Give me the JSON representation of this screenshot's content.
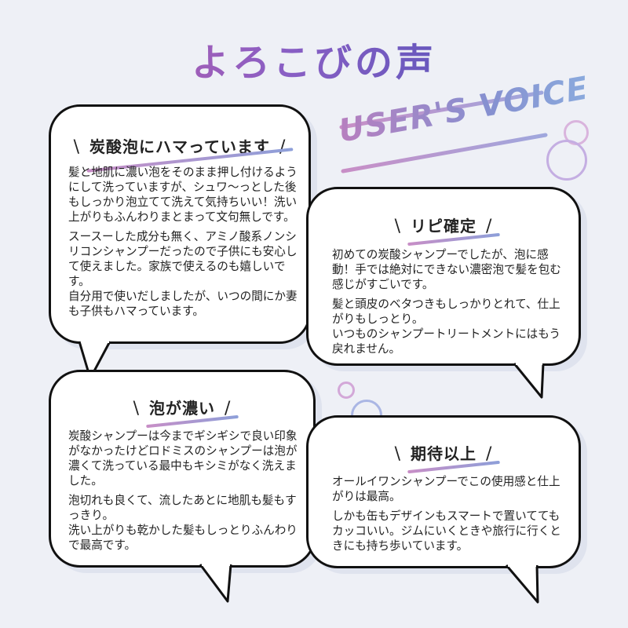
{
  "header": {
    "title": "よろこびの声",
    "voice_label": "USER'S VOICE"
  },
  "colors": {
    "title_gradient_start": "#c95aa0",
    "title_gradient_end": "#3e4fb5",
    "bubble_border": "#111111",
    "accent_pink": "#c88ec6",
    "accent_blue": "#8d9fd9"
  },
  "reviews": [
    {
      "title": "炭酸泡にハマっています",
      "paragraphs": [
        "髪と地肌に濃い泡をそのまま押し付けるようにして洗っていますが、シュワ〜っとした後もしっかり泡立てて洗えて気持ちいい！洗い上がりもふんわりまとまって文句無しです。",
        "スースーした成分も無く、アミノ酸系ノンシリコンシャンプーだったので子供にも安心して使えました。家族で使えるのも嬉しいです。",
        "自分用で使いだしましたが、いつの間にか妻も子供もハマっています。"
      ]
    },
    {
      "title": "リピ確定",
      "paragraphs": [
        "初めての炭酸シャンプーでしたが、泡に感動！手では絶対にできない濃密泡で髪を包む感じがすごいです。",
        "髪と頭皮のベタつきもしっかりとれて、仕上がりもしっとり。",
        "いつものシャンプートリートメントにはもう戻れません。"
      ]
    },
    {
      "title": "泡が濃い",
      "paragraphs": [
        "炭酸シャンプーは今までギシギシで良い印象がなかったけどロドミスのシャンプーは泡が濃くて洗っている最中もキシミがなく洗えました。",
        "泡切れも良くて、流したあとに地肌も髪もすっきり。",
        "洗い上がりも乾かした髪もしっとりふんわりで最高です。"
      ]
    },
    {
      "title": "期待以上",
      "paragraphs": [
        "オールイワンシャンプーでこの使用感と仕上がりは最高。",
        "しかも缶もデザインもスマートで置いててもカッコいい。ジムにいくときや旅行に行くときにも持ち歩いています。"
      ]
    }
  ]
}
